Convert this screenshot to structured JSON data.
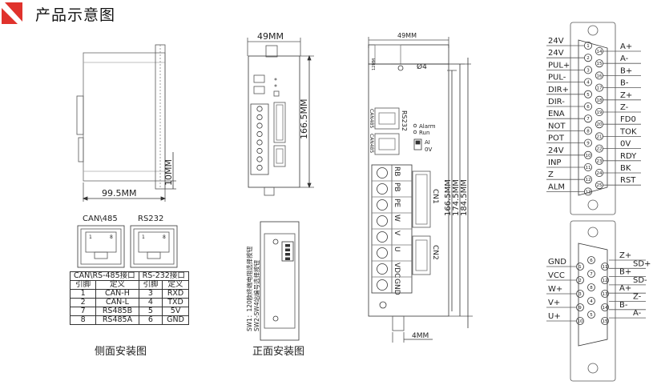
{
  "header": {
    "title": "产品示意图",
    "accent_color": "#e0322c"
  },
  "side_view": {
    "dim_width": "99.5MM",
    "dim_depth": "10MM",
    "caption": "侧面安装图",
    "port_labels": [
      "CAN\\485",
      "RS232"
    ],
    "rj_pins": [
      "1",
      "8"
    ],
    "pin_table": {
      "headers": [
        "CAN\\RS-485接口",
        "RS-232接口"
      ],
      "subheaders": [
        "引脚",
        "定义",
        "引脚",
        "定义"
      ],
      "rows": [
        [
          "1",
          "CAN-H",
          "3",
          "RXD"
        ],
        [
          "2",
          "CAN-L",
          "4",
          "TXD"
        ],
        [
          "7",
          "RS485B",
          "5",
          "5V"
        ],
        [
          "8",
          "RS485A",
          "6",
          "GND"
        ]
      ]
    }
  },
  "front_view": {
    "dim_width": "49MM",
    "dim_height": "166.5MM",
    "caption": "正面安装图",
    "switch_text": "SW1：120欧终端电阻选择按钮",
    "switch_text2": "SW2-SW4站编号选择按钮"
  },
  "detail_view": {
    "dim_width": "49MM",
    "hole": "Ø4",
    "top_dim": "12MM",
    "port_labels": [
      "CAN485",
      "CAN485",
      "RS232"
    ],
    "leds": [
      "Alarm",
      "Run"
    ],
    "switch_labels": [
      "AI",
      "0V"
    ],
    "terminals": [
      "RB",
      "PB",
      "PE",
      "W",
      "V",
      "U",
      "VDC",
      "GND"
    ],
    "connectors": [
      "CN1",
      "CN2"
    ],
    "dims": [
      "166.5MM",
      "174.5MM",
      "184.5MM"
    ],
    "bottom_dim": "4MM"
  },
  "db25": {
    "left_labels": [
      "24V",
      "24V",
      "PUL+",
      "PUL-",
      "DIR+",
      "DIR-",
      "ENA",
      "NOT",
      "POT",
      "24V",
      "INP",
      "Z",
      "ALM"
    ],
    "right_labels": [
      "A+",
      "A-",
      "B+",
      "B-",
      "Z+",
      "Z-",
      "FD0",
      "TOK",
      "0V",
      "RDY",
      "BK",
      "RST"
    ],
    "pins_row1": [
      "1",
      "2",
      "3",
      "4",
      "5",
      "6",
      "7",
      "8",
      "9",
      "10",
      "11",
      "12",
      "13"
    ],
    "pins_row2": [
      "14",
      "15",
      "16",
      "17",
      "18",
      "19",
      "20",
      "21",
      "22",
      "23",
      "24",
      "25"
    ]
  },
  "db15": {
    "left_labels": [
      "GND",
      "VCC",
      "W+",
      "V+",
      "U+"
    ],
    "right_labels": [
      "Z+",
      "SD+",
      "B+",
      "SD-",
      "A+",
      "Z-",
      "B-",
      "A-"
    ],
    "pins_row1": [
      "6",
      "7",
      "8",
      "4",
      "5"
    ],
    "pins_row2": [
      "11",
      "12",
      "13",
      "14",
      "15"
    ],
    "pins_row3": [
      "1",
      "2",
      "3",
      "9",
      "10"
    ]
  }
}
